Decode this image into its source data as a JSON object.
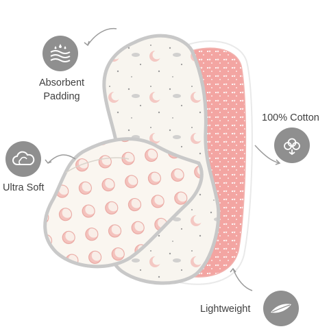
{
  "features": {
    "absorbent": {
      "line1": "Absorbent",
      "line2": "Padding",
      "icon": "absorbent-padding-icon"
    },
    "cotton": {
      "label": "100% Cotton",
      "icon": "cotton-boll-icon"
    },
    "soft": {
      "label": "Ultra Soft",
      "icon": "cloud-icon"
    },
    "lightweight": {
      "label": "Lightweight",
      "icon": "feather-icon"
    }
  },
  "colors": {
    "icon_circle": "#8f8f8f",
    "label_text": "#3f3f3f",
    "cloth_pink": "#f3a3a0",
    "cloth_cream": "#f9f5ef",
    "cloth_border": "#c9c9c9",
    "moon_pink": "#f1b6b1"
  }
}
